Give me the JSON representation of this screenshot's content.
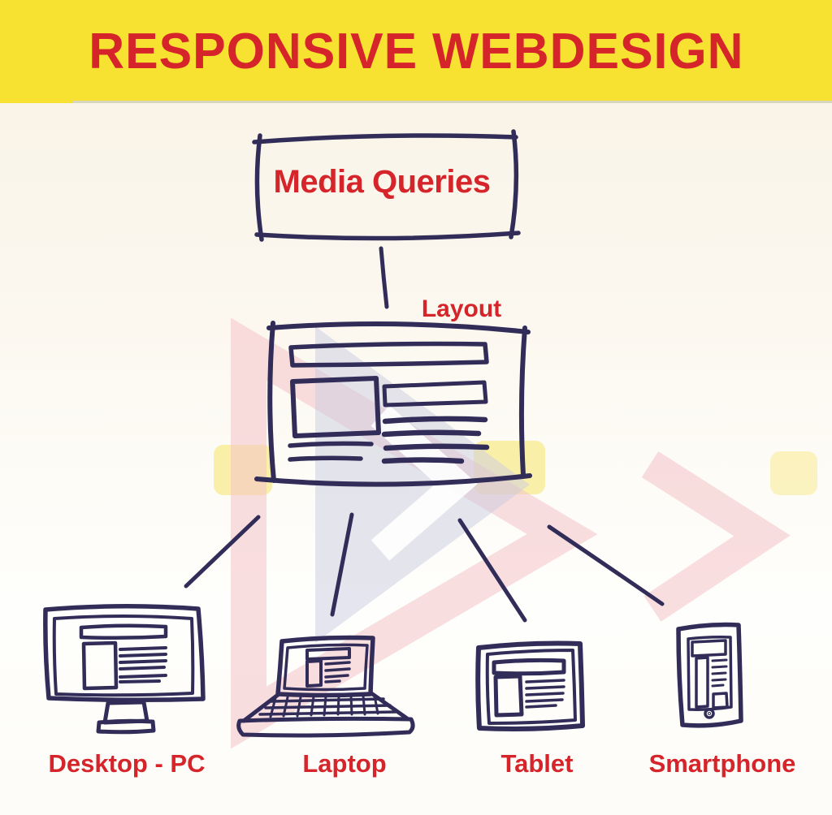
{
  "title": {
    "text": "RESPONSIVE WEBDESIGN"
  },
  "colors": {
    "yellow": "#F8E231",
    "red": "#D6252A",
    "ink": "#312D58",
    "cream": "#FBF6EB"
  },
  "diagram": {
    "root_label": "Media Queries",
    "layout_label": "Layout",
    "devices": [
      {
        "id": "desktop",
        "label": "Desktop - PC"
      },
      {
        "id": "laptop",
        "label": "Laptop"
      },
      {
        "id": "tablet",
        "label": "Tablet"
      },
      {
        "id": "smartphone",
        "label": "Smartphone"
      }
    ]
  }
}
